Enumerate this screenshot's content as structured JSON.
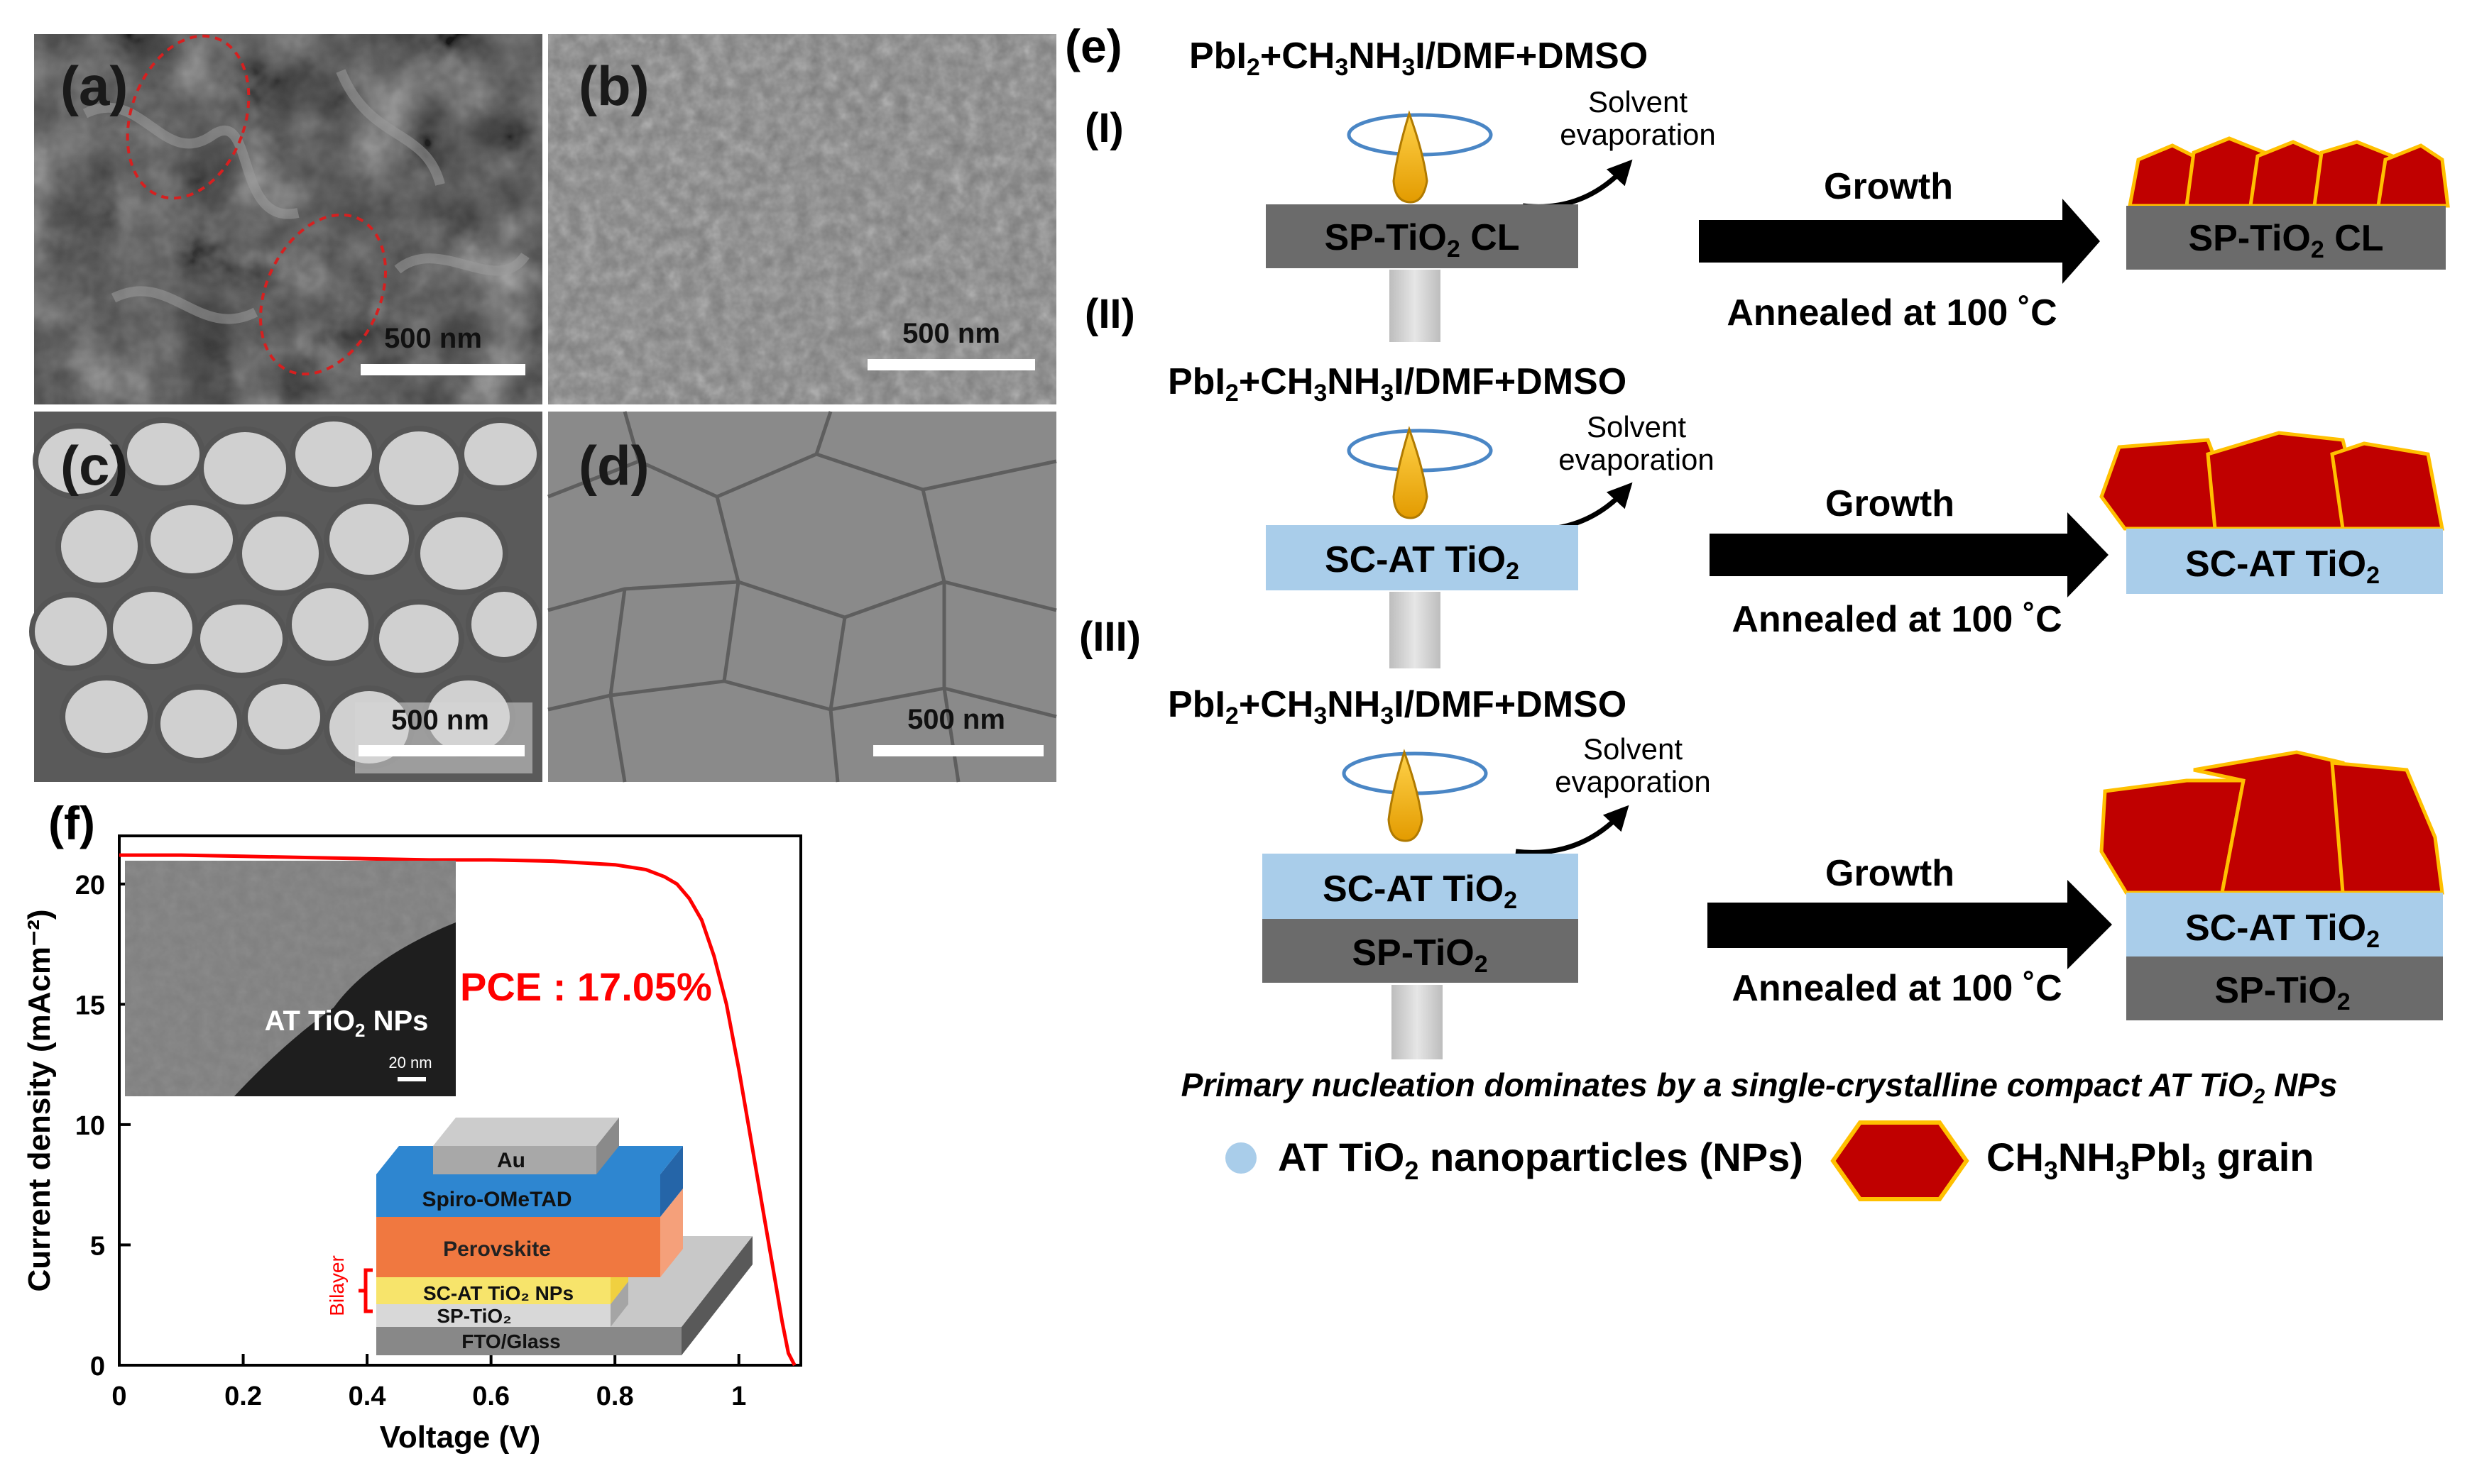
{
  "panels": {
    "a": "(a)",
    "b": "(b)",
    "c": "(c)",
    "d": "(d)",
    "e": "(e)",
    "f": "(f)"
  },
  "sem": {
    "scale_label": "500 nm"
  },
  "scheme": {
    "rows": [
      {
        "roman": "(I)",
        "precursor_parts": [
          "PbI",
          "2",
          "+CH",
          "3",
          "NH",
          "3",
          "I/DMF+DMSO"
        ],
        "evaporation": [
          "Solvent",
          "evaporation"
        ],
        "substrate_left": [
          "SP-TiO",
          "2",
          " CL"
        ],
        "substrate_right": [
          "SP-TiO",
          "2",
          " CL"
        ],
        "growth": "Growth",
        "annealed": "Annealed at 100 ˚C"
      },
      {
        "roman": "(II)",
        "precursor_parts": [
          "PbI",
          "2",
          "+CH",
          "3",
          "NH",
          "3",
          "I/DMF+DMSO"
        ],
        "evaporation": [
          "Solvent",
          "evaporation"
        ],
        "substrate_left": [
          "SC-AT TiO",
          "2",
          ""
        ],
        "substrate_right": [
          "SC-AT TiO",
          "2",
          ""
        ],
        "growth": "Growth",
        "annealed": "Annealed at 100 ˚C"
      },
      {
        "roman": "(III)",
        "precursor_parts": [
          "PbI",
          "2",
          "+CH",
          "3",
          "NH",
          "3",
          "I/DMF+DMSO"
        ],
        "evaporation": [
          "Solvent",
          "evaporation"
        ],
        "substrate_left_top": [
          "SC-AT TiO",
          "2",
          ""
        ],
        "substrate_left_bottom": [
          "SP-TiO",
          "2",
          ""
        ],
        "substrate_right_top": [
          "SC-AT TiO",
          "2",
          ""
        ],
        "substrate_right_bottom": [
          "SP-TiO",
          "2",
          ""
        ],
        "growth": "Growth",
        "annealed": "Annealed at 100 ˚C"
      }
    ],
    "caption_parts": [
      "Primary nucleation dominates by a single-crystalline compact AT TiO",
      "2",
      " NPs"
    ],
    "legend": {
      "np_parts": [
        "AT TiO",
        "2",
        " nanoparticles (NPs)"
      ],
      "grain_parts": [
        "CH",
        "3",
        "NH",
        "3",
        "PbI",
        "3",
        " grain"
      ]
    },
    "colors": {
      "sp_tio2": "#6b6b6b",
      "sc_at_tio2": "#a9cdea",
      "perovskite_grain": "#c00000",
      "grain_edge": "#ffc000",
      "droplet": "#f4b400"
    }
  },
  "chart_data": {
    "type": "line",
    "xlabel": "Voltage (V)",
    "ylabel": "Current density (mAcm⁻²)",
    "xlim": [
      0,
      1.1
    ],
    "ylim": [
      0,
      22
    ],
    "xticks": [
      "0",
      "0.2",
      "0.4",
      "0.6",
      "0.8",
      "1"
    ],
    "yticks": [
      "0",
      "5",
      "10",
      "15",
      "20"
    ],
    "x": [
      0,
      0.1,
      0.2,
      0.3,
      0.4,
      0.5,
      0.6,
      0.7,
      0.8,
      0.85,
      0.88,
      0.9,
      0.92,
      0.94,
      0.96,
      0.98,
      1.0,
      1.02,
      1.04,
      1.06,
      1.07,
      1.08,
      1.09
    ],
    "y": [
      21.2,
      21.2,
      21.15,
      21.1,
      21.05,
      21.0,
      21.0,
      20.95,
      20.8,
      20.6,
      20.3,
      20.0,
      19.4,
      18.5,
      17.0,
      15.0,
      12.3,
      9.3,
      6.3,
      3.3,
      1.8,
      0.5,
      0.0
    ],
    "series_color": "#ff0000",
    "annotation_parts": [
      "PCE : 17.05%"
    ],
    "inset_sem": {
      "label_parts": [
        "AT TiO",
        "2",
        " NPs"
      ],
      "scale_label": "20 nm"
    },
    "device_stack": {
      "layers": [
        "Au",
        "Spiro-OMeTAD",
        "Perovskite",
        "SC-AT TiO₂ NPs",
        "SP-TiO₂",
        "FTO/Glass"
      ],
      "bracket_label": "Bilayer"
    }
  }
}
